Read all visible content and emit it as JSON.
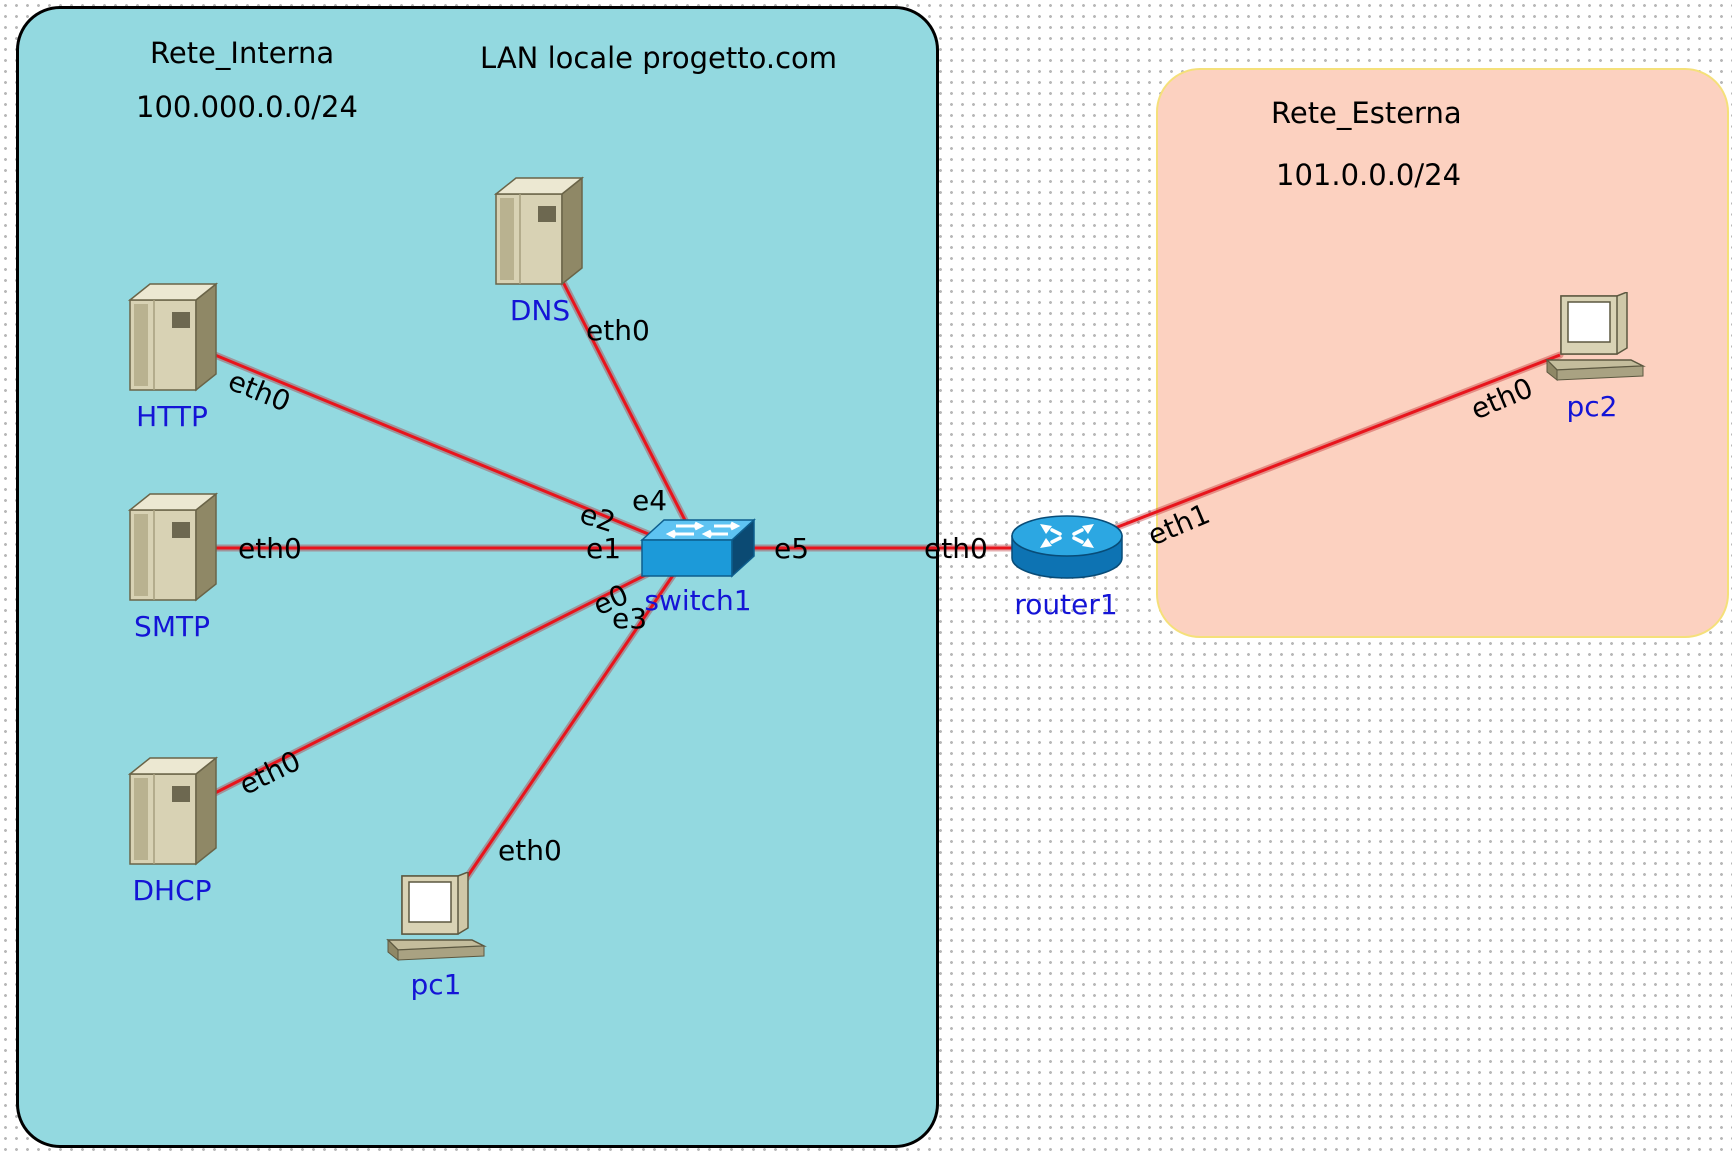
{
  "zones": {
    "internal": {
      "name": "Rete_Interna",
      "subnet": "100.000.0.0/24",
      "description": "LAN locale progetto.com",
      "color": "#93d9e0"
    },
    "external": {
      "name": "Rete_Esterna",
      "subnet": "101.0.0.0/24",
      "color": "#fcd1c0"
    }
  },
  "nodes": {
    "dns": {
      "label": "DNS",
      "icon": "server-icon"
    },
    "http": {
      "label": "HTTP",
      "icon": "server-icon"
    },
    "smtp": {
      "label": "SMTP",
      "icon": "server-icon"
    },
    "dhcp": {
      "label": "DHCP",
      "icon": "server-icon"
    },
    "pc1": {
      "label": "pc1",
      "icon": "pc-icon"
    },
    "switch1": {
      "label": "switch1",
      "icon": "switch-icon"
    },
    "router1": {
      "label": "router1",
      "icon": "router-icon"
    },
    "pc2": {
      "label": "pc2",
      "icon": "pc-icon"
    }
  },
  "links": [
    {
      "from": "http",
      "from_iface": "eth0",
      "to": "switch1",
      "to_iface": "e2"
    },
    {
      "from": "dns",
      "from_iface": "eth0",
      "to": "switch1",
      "to_iface": "e4"
    },
    {
      "from": "smtp",
      "from_iface": "eth0",
      "to": "switch1",
      "to_iface": "e1"
    },
    {
      "from": "dhcp",
      "from_iface": "eth0",
      "to": "switch1",
      "to_iface": "e0"
    },
    {
      "from": "pc1",
      "from_iface": "eth0",
      "to": "switch1",
      "to_iface": "e3"
    },
    {
      "from": "switch1",
      "from_iface": "e5",
      "to": "router1",
      "to_iface": "eth0"
    },
    {
      "from": "router1",
      "from_iface": "eth1",
      "to": "pc2",
      "to_iface": "eth0"
    }
  ],
  "colors": {
    "link": "#e8141c",
    "label": "#1414d6",
    "grid_dot": "#b8b8b8"
  }
}
